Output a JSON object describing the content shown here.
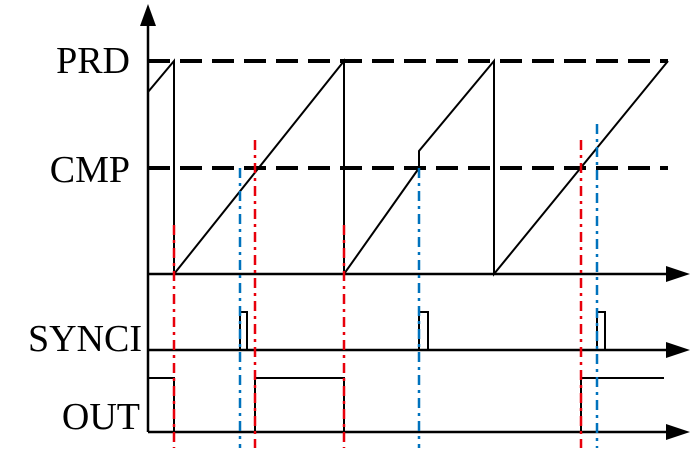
{
  "labels": {
    "prd": "PRD",
    "cmp": "CMP",
    "synci": "SYNCI",
    "out": "OUT"
  },
  "colors": {
    "axis": "#000000",
    "compare_marker": "#e8000b",
    "sync_marker": "#0072bd"
  }
}
